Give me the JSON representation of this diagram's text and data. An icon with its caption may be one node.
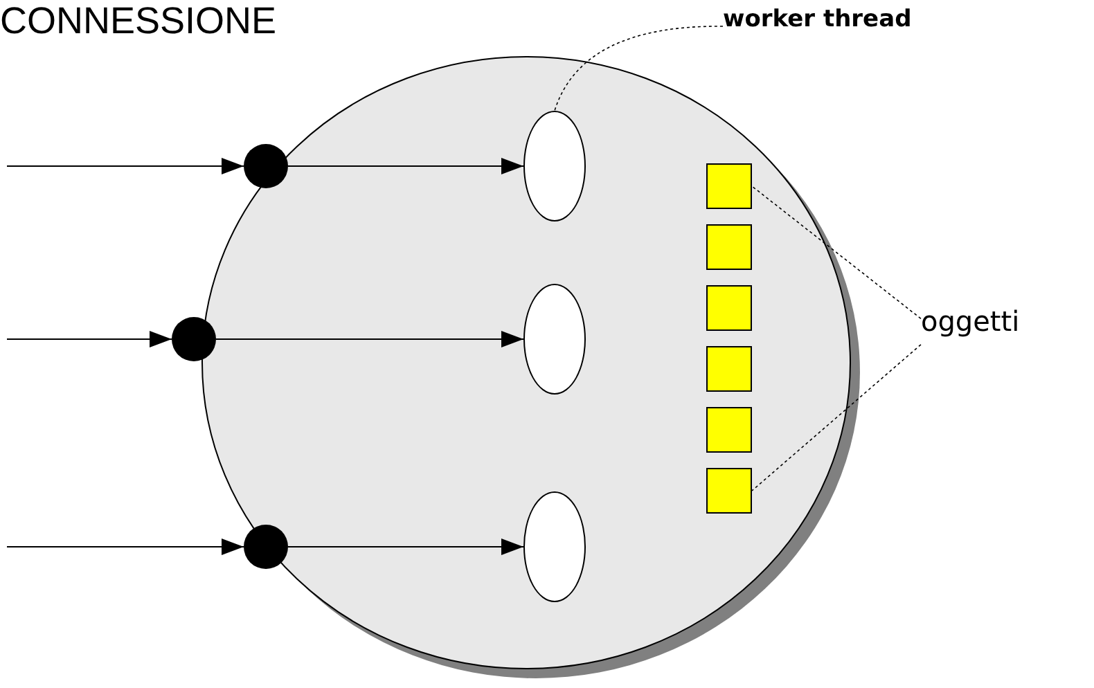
{
  "diagram": {
    "title": "CONNESSIONE",
    "nodes": [
      {
        "text": [],
        "shape": "circle"
      },
      {
        "text": [],
        "shape": "dot"
      },
      {
        "text": [],
        "shape": "dot"
      },
      {
        "text": [],
        "shape": "dot"
      },
      {
        "text": [],
        "shape": "ellipse",
        "in": 0
      },
      {
        "text": [],
        "shape": "ellipse",
        "in": 0
      },
      {
        "text": [],
        "shape": "ellipse",
        "in": 0
      },
      {
        "text": [],
        "shape": "box",
        "in": 0
      },
      {
        "text": [],
        "shape": "box",
        "in": 0
      },
      {
        "text": [],
        "shape": "box",
        "in": 0
      },
      {
        "text": [],
        "shape": "box",
        "in": 0
      },
      {
        "text": [],
        "shape": "box",
        "in": 0
      },
      {
        "text": [],
        "shape": "box",
        "in": 0
      },
      {
        "text": [
          "worker thread"
        ]
      },
      {
        "text": [
          "oggetti"
        ]
      }
    ],
    "edges": [
      {
        "from": null,
        "to": 1,
        "arrow": "to"
      },
      {
        "from": null,
        "to": 2,
        "arrow": "to"
      },
      {
        "from": null,
        "to": 3,
        "arrow": "to"
      },
      {
        "from": 1,
        "to": 4,
        "arrow": "to"
      },
      {
        "from": 2,
        "to": 5,
        "arrow": "to"
      },
      {
        "from": 3,
        "to": 6,
        "arrow": "to"
      },
      {
        "from": 13,
        "to": 4,
        "arrow": "none",
        "style": "dashed"
      },
      {
        "from": 14,
        "to": 7,
        "arrow": "none",
        "style": "dashed"
      },
      {
        "from": 14,
        "to": 12,
        "arrow": "none",
        "style": "dashed"
      }
    ]
  }
}
